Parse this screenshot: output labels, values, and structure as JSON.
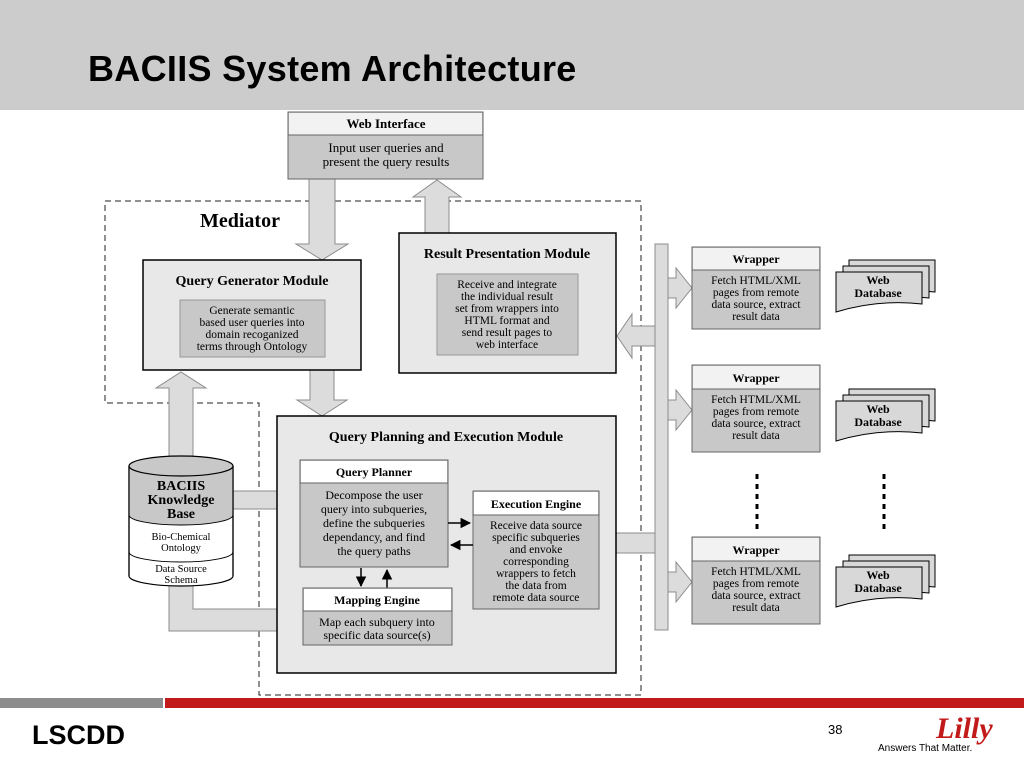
{
  "slide": {
    "title": "BACIIS System Architecture",
    "footer_left": "LSCDD",
    "page_number": "38",
    "brand_logo": "Lilly",
    "brand_tagline": "Answers That Matter."
  },
  "diagram": {
    "web_interface": {
      "title": "Web Interface",
      "lines": [
        "Input user queries and",
        "present the query results"
      ]
    },
    "mediator_label": "Mediator",
    "query_generator": {
      "title": "Query Generator Module",
      "lines": [
        "Generate semantic",
        "based user queries into",
        "domain recoganized",
        "terms through Ontology"
      ]
    },
    "result_presentation": {
      "title": "Result Presentation Module",
      "lines": [
        "Receive and integrate",
        "the individual result",
        "set from wrappers into",
        "HTML format and",
        "send result pages to",
        "web interface"
      ]
    },
    "query_planning": {
      "title": "Query Planning and Execution Module"
    },
    "query_planner": {
      "title": "Query Planner",
      "lines": [
        "Decompose the user",
        "query into subqueries,",
        "define the subqueries",
        "dependancy, and find",
        "the query paths"
      ]
    },
    "execution_engine": {
      "title": "Execution Engine",
      "lines": [
        "Receive data source",
        "specific subqueries",
        "and envoke",
        "corresponding",
        "wrappers to fetch",
        "the data from",
        "remote data source"
      ]
    },
    "mapping_engine": {
      "title": "Mapping Engine",
      "lines": [
        "Map each subquery into",
        "specific data source(s)"
      ]
    },
    "knowledge_base": {
      "title_lines": [
        "BACIIS",
        "Knowledge",
        "Base"
      ],
      "ontology_lines": [
        "Bio-Chemical",
        "Ontology"
      ],
      "schema_lines": [
        "Data Source",
        "Schema"
      ]
    },
    "wrappers": [
      {
        "title": "Wrapper",
        "lines": [
          "Fetch HTML/XML",
          "pages from remote",
          "data source, extract",
          "result data"
        ]
      },
      {
        "title": "Wrapper",
        "lines": [
          "Fetch HTML/XML",
          "pages from remote",
          "data source, extract",
          "result data"
        ]
      },
      {
        "title": "Wrapper",
        "lines": [
          "Fetch HTML/XML",
          "pages from remote",
          "data source, extract",
          "result data"
        ]
      }
    ],
    "web_databases": [
      {
        "lines": [
          "Web",
          "Database"
        ]
      },
      {
        "lines": [
          "Web",
          "Database"
        ]
      },
      {
        "lines": [
          "Web",
          "Database"
        ]
      }
    ]
  }
}
